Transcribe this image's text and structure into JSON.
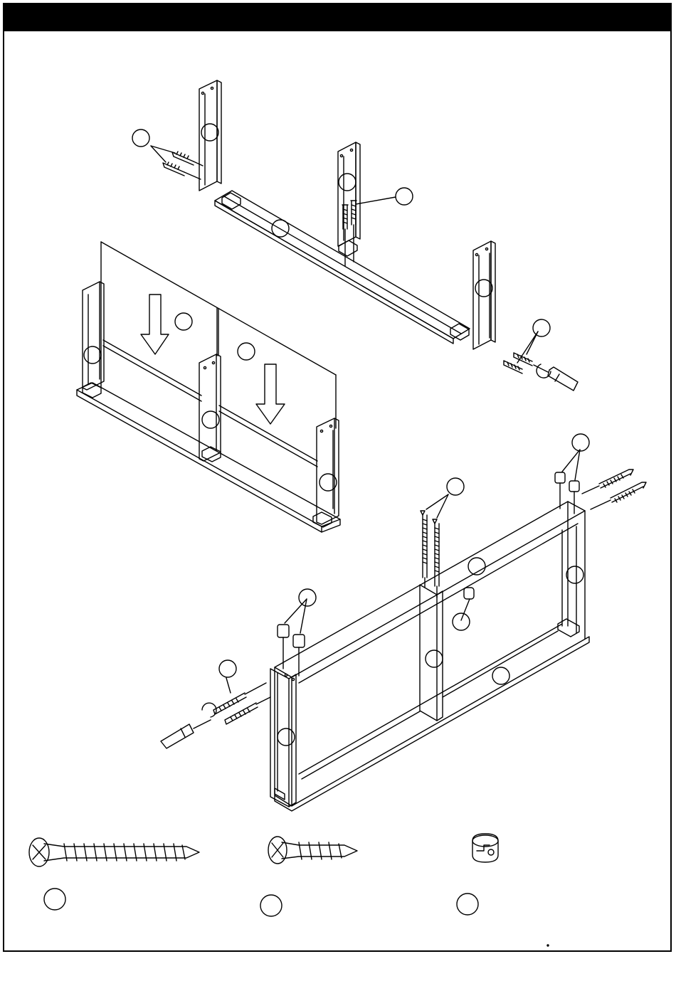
{
  "page": {
    "header_text": "",
    "footer_text": ""
  },
  "colors": {
    "line": "#000000",
    "paper": "#ffffff",
    "header": "#000000"
  },
  "callouts": {
    "count_step1": 7,
    "count_step2": 6,
    "count_step3": 10,
    "count_legend": 3,
    "labels": ""
  },
  "hardware_legend": [
    {
      "name": "long-wood-screw",
      "label": ""
    },
    {
      "name": "short-wood-screw",
      "label": ""
    },
    {
      "name": "cam-lock",
      "label": ""
    }
  ]
}
